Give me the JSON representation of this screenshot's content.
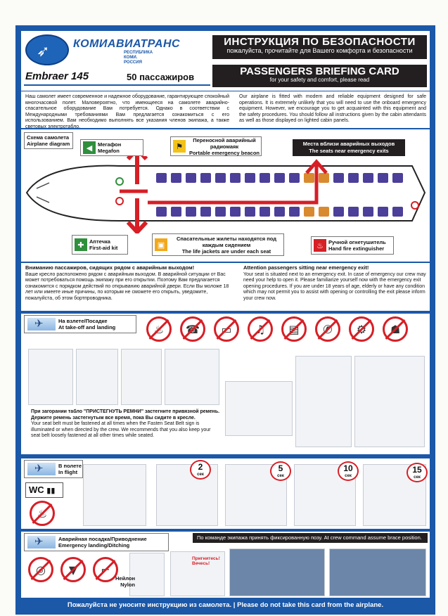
{
  "header": {
    "airline": "КОМИАВИАТРАНС",
    "region": [
      "РЕСПУБЛИКА",
      "КОМИ.",
      "РОССИЯ"
    ],
    "aircraft": "Embraer 145",
    "capacity": "50 пассажиров",
    "title_ru": "ИНСТРУКЦИЯ ПО БЕЗОПАСНОСТИ",
    "subtitle_ru": "пожалуйста, прочитайте для Вашего комфорта и безопасности",
    "title_en": "PASSENGERS BRIEFING CARD",
    "subtitle_en": "for your safety and comfort, please read"
  },
  "intro": {
    "ru": "Наш самолет имеет современное и надежное оборудование, гарантирующее спокойный многочасовой полет. Маловероятно, что имеющееся на самолете аварийно-спасательное оборудование Вам потребуется. Однако в соответствии с Международными требованиями Вам предлагается ознакомиться с его использованием. Вам необходимо выполнять все указания членов экипажа, а также световых электротабло.",
    "en": "Our airplane is fitted with modern and reliable equipment designed for safe operations. It is extremely unlikely that you will need to use the onboard emergency equipment. However, we encourage you to get acquainted with this equipment and the safety procedures. You should follow all instructions given by the cabin attendants as well as those displayed on lighted cabin panels."
  },
  "diagram": {
    "title_ru": "Схема самолета",
    "title_en": "Airplane diagram",
    "megaphone_ru": "Мегафон",
    "megaphone_en": "Megafon",
    "beacon_ru": "Переносной аварийный радиомаяк",
    "beacon_en": "Portable emergency beacon",
    "exits_ru": "Места вблизи аварийных выходов",
    "exits_en": "The seats near emergency exits",
    "firstaid_ru": "Аптечка",
    "firstaid_en": "First-aid kit",
    "jackets_ru": "Спасательные жилеты находятся под каждым сидением",
    "jackets_en": "The life jackets are under each seat",
    "extinguisher_ru": "Ручной огнетушитель",
    "extinguisher_en": "Hand fire extinguisher",
    "colors": {
      "seat": "#4b3f99",
      "exit_seat": "#d98a2e",
      "arrow": "#d61f26"
    }
  },
  "exit_notice": {
    "ru_head": "Вниманию пассажиров, сидящих рядом с аварийным выходом!",
    "ru_body": "Ваше кресло расположено рядом с аварийным выходом. В аварийной ситуации от Вас может потребоваться помощь экипажу при его открытии. Поэтому Вам предлагается ознакомится с порядком действий по открыванию аварийной двери. Если Вы моложе 18 лет или имеете иные причины, по которым не сможете его открыть, уведомите, пожалуйста, об этом бортпроводника.",
    "en_head": "Attention passengers sitting near emergency exit!",
    "en_body": "Your seat is situated next to an emergency exit. In case of emergency our crew may need your help to open it. Please familiarize yourself now with the emergency exit opening procedures. If you are under 18 years of age, elderly or have any condition which may not permit you to assist with opening or controlling the exit please inform your crew now."
  },
  "takeoff": {
    "title_ru": "На взлете/Посадке",
    "title_en": "At take-off and landing",
    "belt_ru": "При загорании табло \"ПРИСТЕГНУТЬ РЕМНИ\" застегните привязной ремень. Держите ремень застегнутым все время, пока Вы сидите в кресле.",
    "belt_en": "Your seat belt must be fastened at all times when the Fasten Seat Belt sign is illuminated or when directed by the crew. We recommends that you also keep your seat belt loosely fastened at all other times while seated."
  },
  "inflight": {
    "title_ru": "В полете",
    "title_en": "In flight",
    "wc": "WC",
    "seconds": [
      "2",
      "5",
      "10",
      "15"
    ],
    "sec_unit": "сек"
  },
  "landing": {
    "title_ru": "Аварийная посадка/Приводнение",
    "title_en": "Emergency landing/Ditching",
    "brace": "По команде экипажа принять фиксированную позу.   At crew command assume brace position.",
    "nylon_ru": "Нейлон",
    "nylon_en": "Nylon",
    "shout": "Пригнитесь! Вечесь!"
  },
  "footer": "Пожалуйста не уносите инструкцию из самолета.  |  Please do not take this card from the airplane."
}
